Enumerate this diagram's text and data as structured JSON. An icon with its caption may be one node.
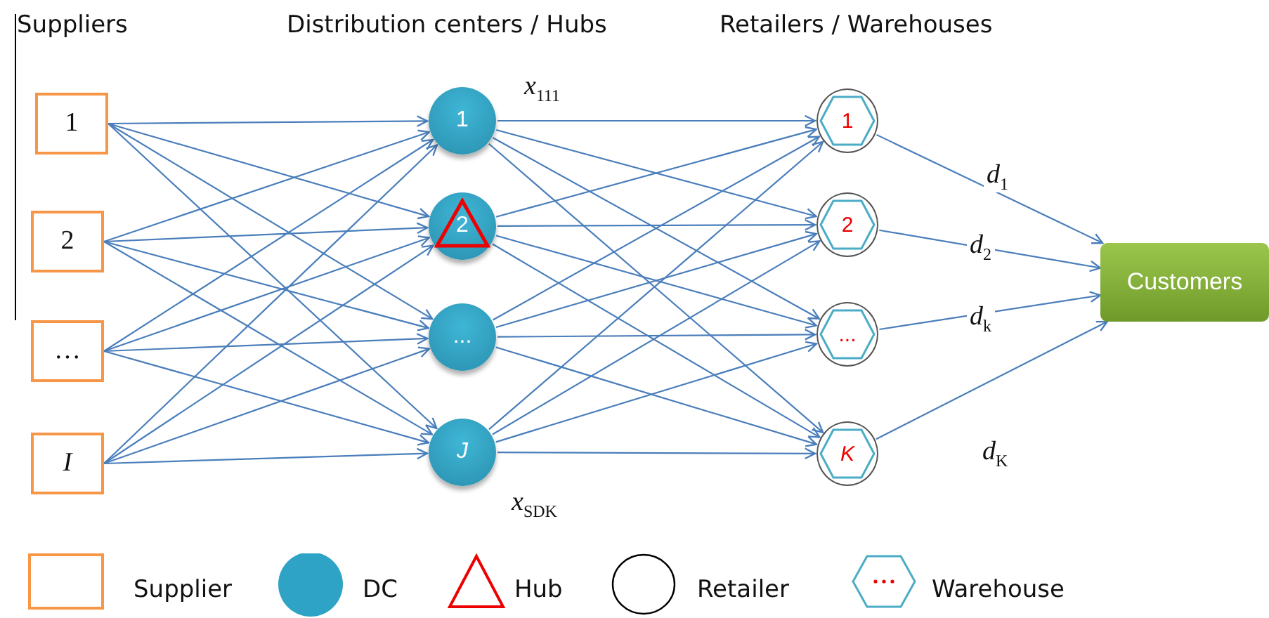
{
  "diagram": {
    "nodes": [
      {
        "text": [
          "1"
        ]
      },
      {
        "text": [
          "2"
        ]
      },
      {
        "text": [
          "…"
        ]
      },
      {
        "text": [
          "I"
        ]
      },
      {
        "text": [
          "1"
        ]
      },
      {
        "text": [
          "2"
        ]
      },
      {
        "text": [
          "..."
        ]
      },
      {
        "text": [
          "J"
        ]
      },
      {
        "text": [
          "1"
        ]
      },
      {
        "text": [
          "2"
        ]
      },
      {
        "text": [
          "..."
        ]
      },
      {
        "text": [
          "K"
        ]
      },
      {
        "text": [
          "Customers"
        ]
      }
    ],
    "edges": [
      {
        "from": 0,
        "to": 4,
        "arrow": "to"
      },
      {
        "from": 0,
        "to": 5,
        "arrow": "to"
      },
      {
        "from": 0,
        "to": 6,
        "arrow": "to"
      },
      {
        "from": 0,
        "to": 7,
        "arrow": "to"
      },
      {
        "from": 1,
        "to": 4,
        "arrow": "to"
      },
      {
        "from": 1,
        "to": 5,
        "arrow": "to"
      },
      {
        "from": 1,
        "to": 6,
        "arrow": "to"
      },
      {
        "from": 1,
        "to": 7,
        "arrow": "to"
      },
      {
        "from": 2,
        "to": 4,
        "arrow": "to"
      },
      {
        "from": 2,
        "to": 5,
        "arrow": "to"
      },
      {
        "from": 2,
        "to": 6,
        "arrow": "to"
      },
      {
        "from": 2,
        "to": 7,
        "arrow": "to"
      },
      {
        "from": 3,
        "to": 4,
        "arrow": "to"
      },
      {
        "from": 3,
        "to": 5,
        "arrow": "to"
      },
      {
        "from": 3,
        "to": 6,
        "arrow": "to"
      },
      {
        "from": 3,
        "to": 7,
        "arrow": "to"
      },
      {
        "from": 4,
        "to": 8,
        "arrow": "to"
      },
      {
        "from": 4,
        "to": 9,
        "arrow": "to"
      },
      {
        "from": 4,
        "to": 10,
        "arrow": "to"
      },
      {
        "from": 4,
        "to": 11,
        "arrow": "to"
      },
      {
        "from": 5,
        "to": 8,
        "arrow": "to"
      },
      {
        "from": 5,
        "to": 9,
        "arrow": "to"
      },
      {
        "from": 5,
        "to": 10,
        "arrow": "to"
      },
      {
        "from": 5,
        "to": 11,
        "arrow": "to"
      },
      {
        "from": 6,
        "to": 8,
        "arrow": "to"
      },
      {
        "from": 6,
        "to": 9,
        "arrow": "to"
      },
      {
        "from": 6,
        "to": 10,
        "arrow": "to"
      },
      {
        "from": 6,
        "to": 11,
        "arrow": "to"
      },
      {
        "from": 7,
        "to": 8,
        "arrow": "to"
      },
      {
        "from": 7,
        "to": 9,
        "arrow": "to"
      },
      {
        "from": 7,
        "to": 10,
        "arrow": "to"
      },
      {
        "from": 7,
        "to": 11,
        "arrow": "to"
      },
      {
        "from": 8,
        "to": 12,
        "arrow": "to",
        "label": "*d*$_{1}$"
      },
      {
        "from": 9,
        "to": 12,
        "arrow": "to",
        "label": "*d*$_{2}$"
      },
      {
        "from": 10,
        "to": 12,
        "arrow": "to",
        "label": "*d*$_{k}$"
      },
      {
        "from": 11,
        "to": 12,
        "arrow": "to",
        "label": "*d*$_{K}$"
      }
    ],
    "labels": [
      "Suppliers",
      "Distribution centers / Hubs",
      "Retailers / Warehouses",
      "*x*$_{111}$",
      "*x*$_{SDK}$"
    ],
    "legend": [
      {
        "text": "Supplier"
      },
      {
        "text": "DC"
      },
      {
        "text": "Hub"
      },
      {
        "text": "Retailer"
      },
      {
        "text": "Warehouse"
      }
    ]
  }
}
